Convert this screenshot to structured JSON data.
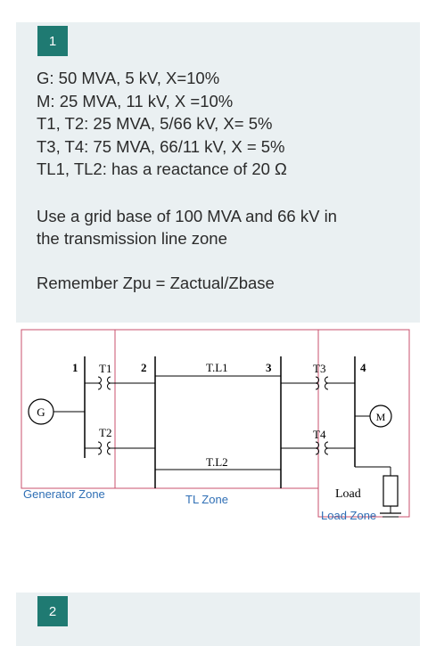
{
  "question1": {
    "number": "1",
    "lines": [
      "G: 50 MVA, 5 kV, X=10%",
      "M: 25 MVA, 11 kV, X =10%",
      "T1, T2: 25 MVA, 5/66 kV, X= 5%",
      "T3, T4: 75 MVA, 66/11 kV, X = 5%",
      "TL1, TL2: has a reactance of 20 Ω"
    ],
    "base_text_1": "Use a grid base of 100 MVA and 66 kV in",
    "base_text_2": "the transmission line zone",
    "remember": "Remember Zpu = Zactual/Zbase"
  },
  "diagram": {
    "bus_1": "1",
    "bus_2": "2",
    "bus_3": "3",
    "bus_4": "4",
    "t1": "T1",
    "t2": "T2",
    "t3": "T3",
    "t4": "T4",
    "tl1": "T.L1",
    "tl2": "T.L2",
    "generator": "G",
    "motor": "M",
    "load": "Load",
    "generator_zone": "Generator Zone",
    "tl_zone": "TL Zone",
    "load_zone": "Load Zone",
    "zone_color": "#c8506e",
    "zone_text_color": "#2f6fb5"
  },
  "question2": {
    "number": "2"
  }
}
